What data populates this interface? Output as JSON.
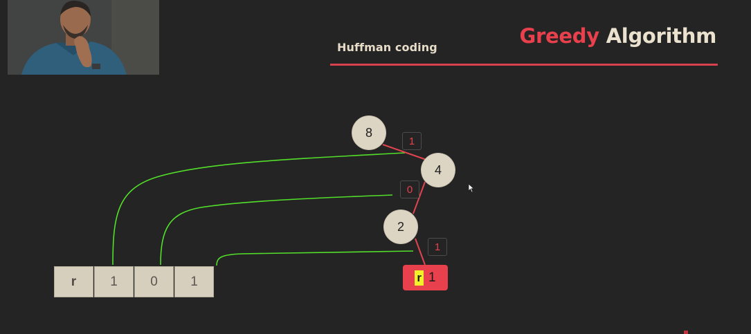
{
  "header": {
    "subtitle": "Huffman coding",
    "title_accent": "Greedy",
    "title_rest": "Algorithm",
    "accent_color": "#e8404c"
  },
  "webcam": {
    "icon": "presenter-video-icon"
  },
  "code": {
    "cells": [
      "r",
      "1",
      "0",
      "1"
    ]
  },
  "tree": {
    "nodes": [
      {
        "id": "n8",
        "value": "8"
      },
      {
        "id": "n4",
        "value": "4"
      },
      {
        "id": "n2",
        "value": "2"
      }
    ],
    "edge_labels": [
      "1",
      "0",
      "1"
    ],
    "leaf": {
      "symbol": "r",
      "count": "1"
    }
  },
  "colors": {
    "background": "#242424",
    "node_fill": "#ddd5c4",
    "edge_color": "#e04450",
    "connector_color": "#52e02a",
    "leaf_fill": "#e8404c",
    "leaf_highlight": "#f2f22a"
  },
  "cursor": {
    "icon": "mouse-pointer-icon"
  }
}
